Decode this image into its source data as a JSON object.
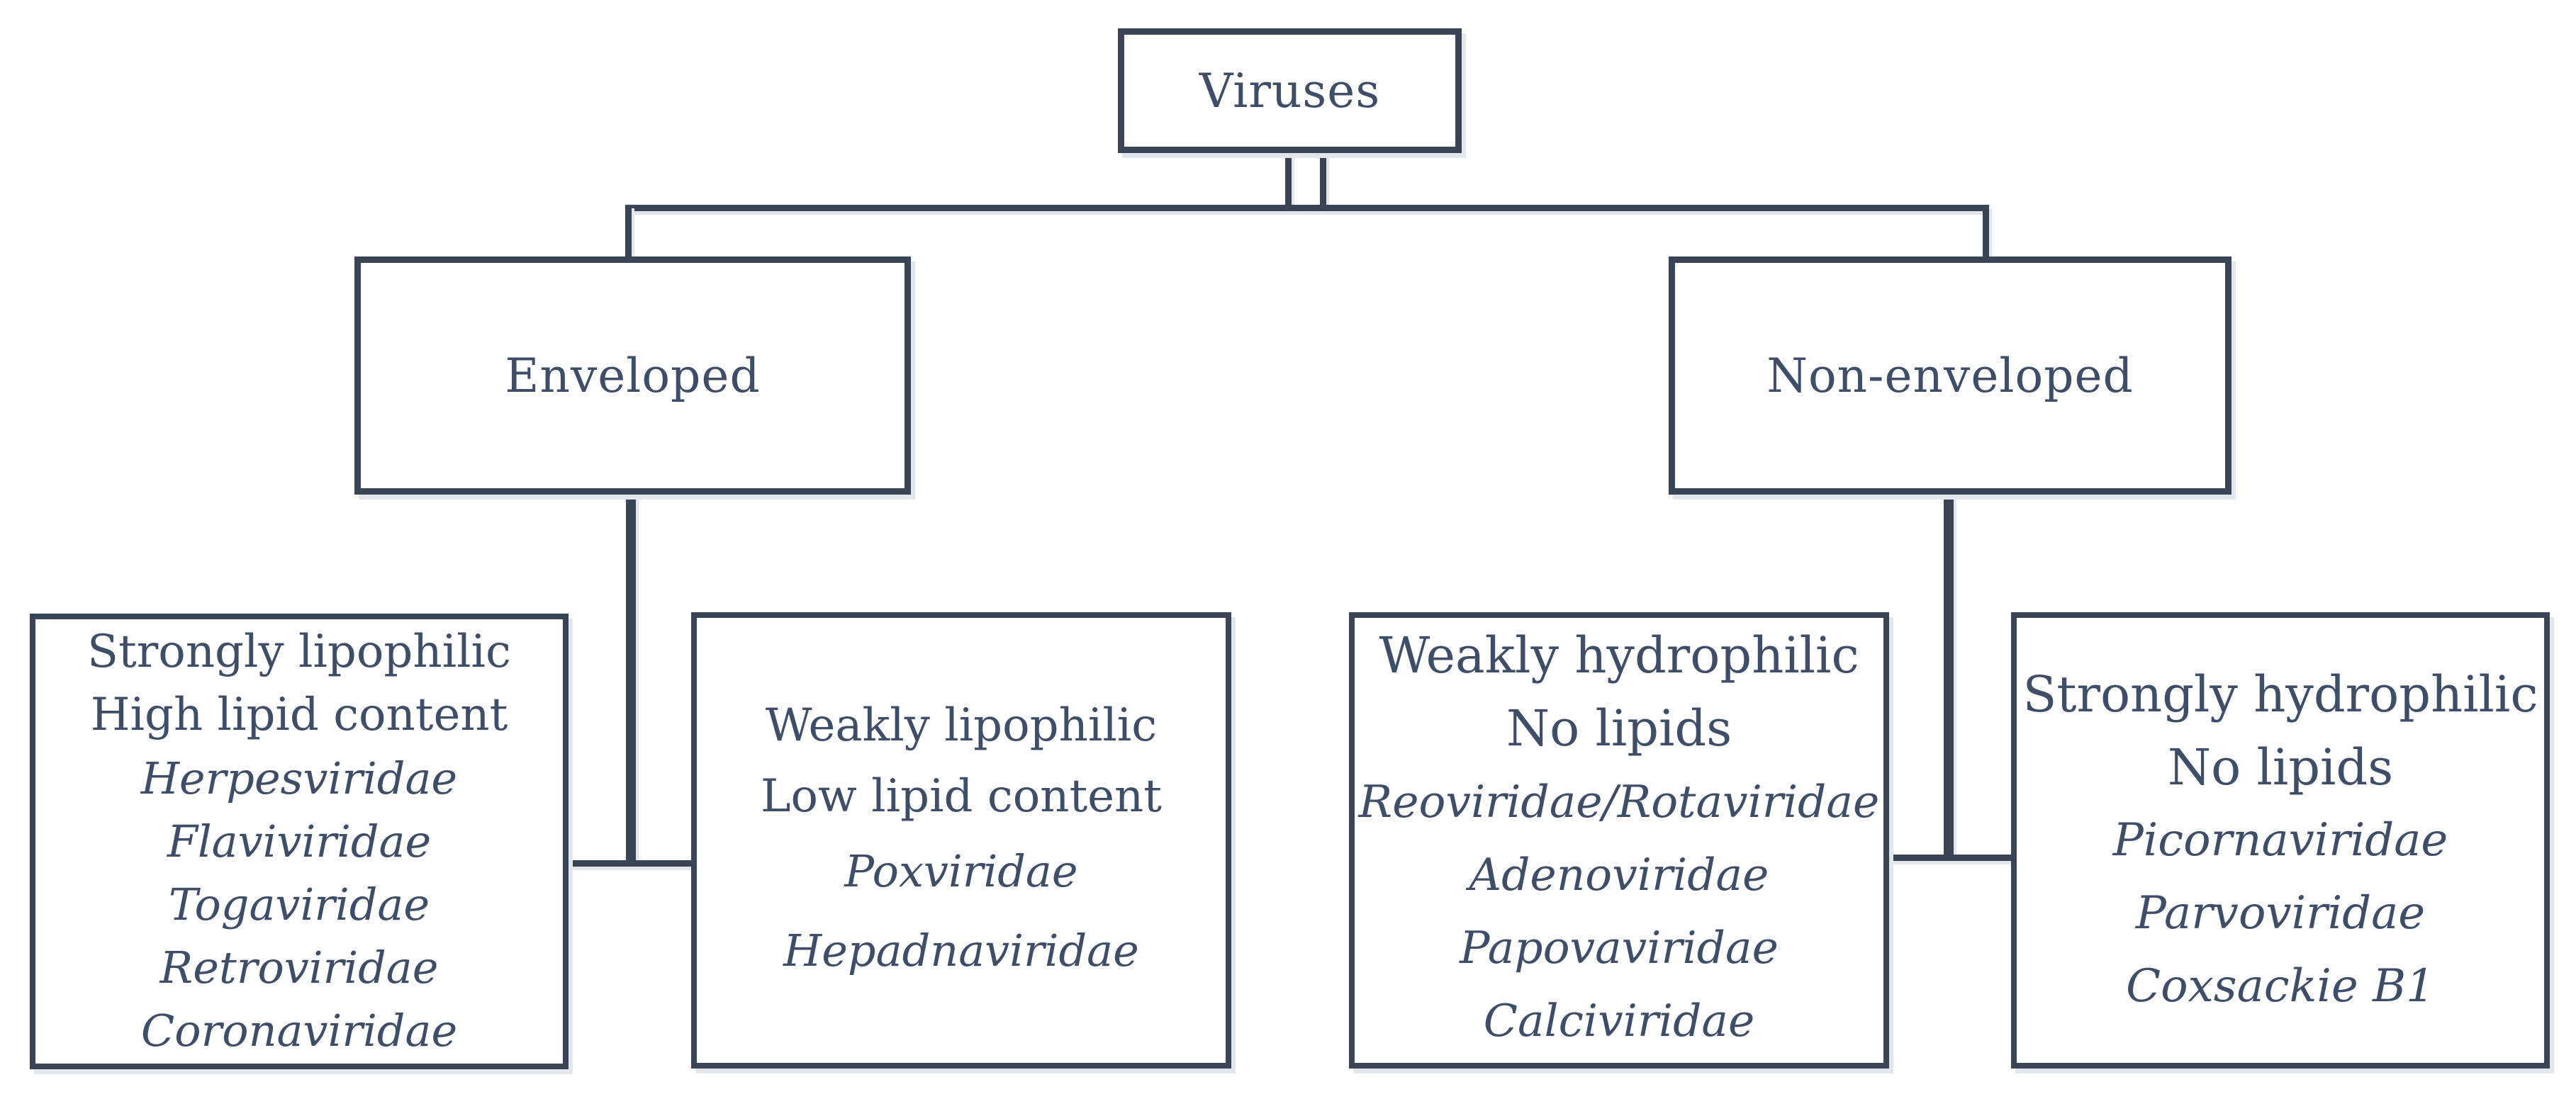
{
  "diagram": {
    "title_node": {
      "label": "Viruses"
    },
    "branches": [
      {
        "id": "enveloped",
        "label": "Enveloped"
      },
      {
        "id": "non-enveloped",
        "label": "Non-enveloped"
      }
    ],
    "leaves": [
      {
        "id": "strongly-lipophilic",
        "parent": "enveloped",
        "properties": [
          "Strongly lipophilic",
          "High lipid content"
        ],
        "families": [
          "Herpesviridae",
          "Flaviviridae",
          "Togaviridae",
          "Retroviridae",
          "Coronaviridae"
        ]
      },
      {
        "id": "weakly-lipophilic",
        "parent": "enveloped",
        "properties": [
          "Weakly lipophilic",
          "Low lipid content"
        ],
        "families": [
          "Poxviridae",
          "Hepadnaviridae"
        ]
      },
      {
        "id": "weakly-hydrophilic",
        "parent": "non-enveloped",
        "properties": [
          "Weakly hydrophilic",
          "No lipids"
        ],
        "families": [
          "Reoviridae/Rotaviridae",
          "Adenoviridae",
          "Papovaviridae",
          "Calciviridae"
        ]
      },
      {
        "id": "strongly-hydrophilic",
        "parent": "non-enveloped",
        "properties": [
          "Strongly hydrophilic",
          "No lipids"
        ],
        "families": [
          "Picornaviridae",
          "Parvoviridae",
          "Coxsackie B1"
        ]
      }
    ],
    "colors": {
      "line": "#394457",
      "text": "#3e4d68",
      "background": "#ffffff",
      "shadow": "#e2e6ed"
    }
  }
}
